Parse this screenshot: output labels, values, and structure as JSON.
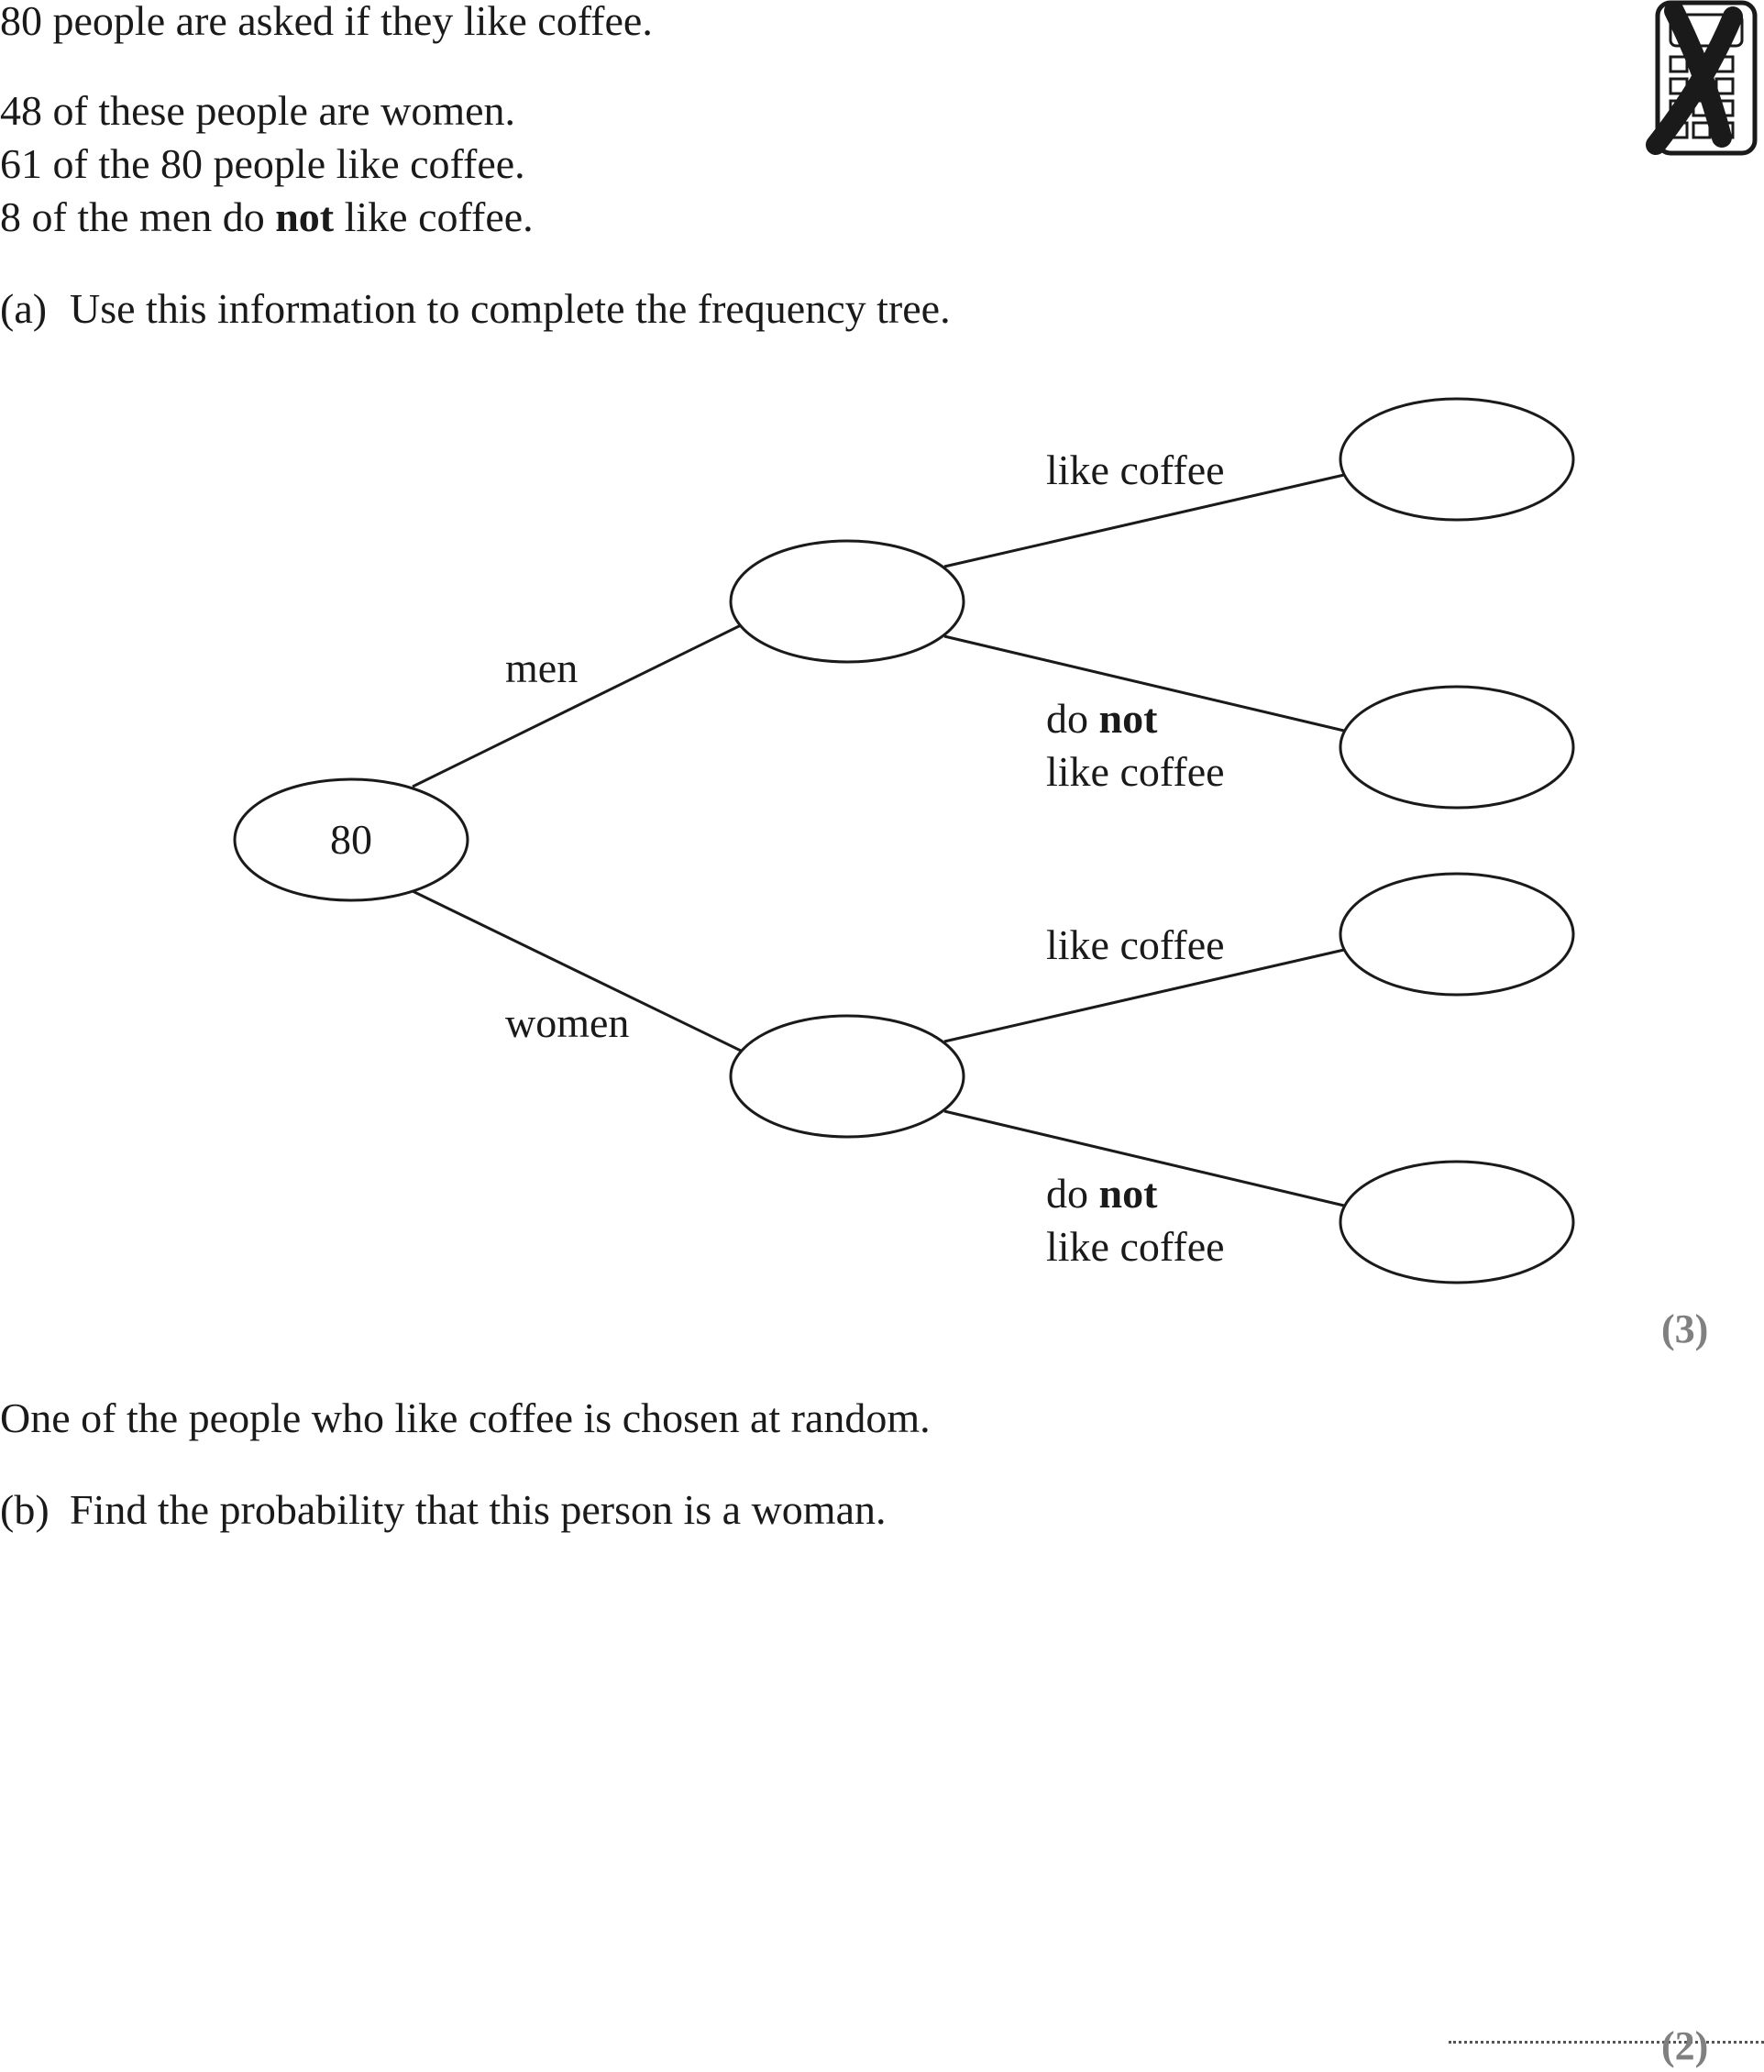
{
  "intro": {
    "line1": "80 people are asked if they like coffee.",
    "line2": "48 of these people are women.",
    "line3": "61 of the 80 people like coffee.",
    "line4_pre": "8 of the men do ",
    "line4_bold": "not",
    "line4_post": " like coffee."
  },
  "part_a": {
    "tag": "(a)",
    "text": "Use this information to complete the frequency tree.",
    "marks": "(3)"
  },
  "tree": {
    "root_value": "80",
    "branch_men": "men",
    "branch_women": "women",
    "like_label": "like coffee",
    "not_pre": "do ",
    "not_bold": "not",
    "not_line2": "like coffee"
  },
  "part_b": {
    "lead": "One of the people who like coffee is chosen at random.",
    "tag": "(b)",
    "text": "Find the probability that this person is a woman.",
    "marks": "(2)"
  },
  "icons": {
    "calculator": "no-calculator-icon"
  }
}
